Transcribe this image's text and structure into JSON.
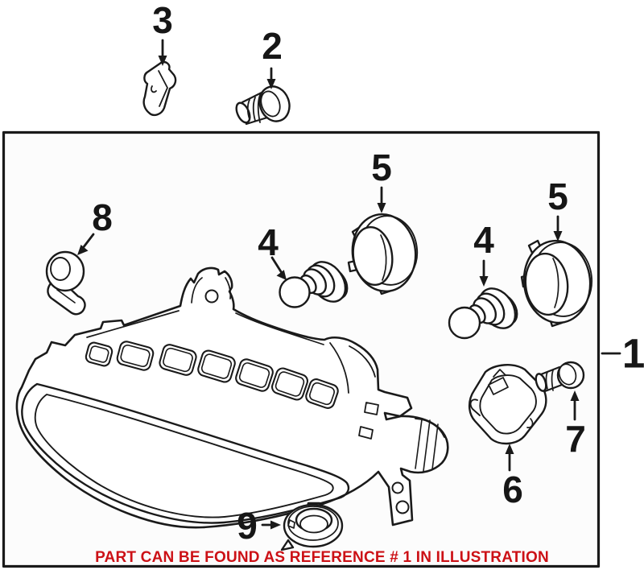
{
  "figure": {
    "type": "automotive-parts-diagram",
    "subject": "fog-light-assembly-exploded-view",
    "footer_note": "PART CAN BE FOUND AS REFERENCE # 1 IN ILLUSTRATION"
  },
  "callouts": {
    "ref1": "1",
    "ref2": "2",
    "ref3": "3",
    "ref4a": "4",
    "ref4b": "4",
    "ref5a": "5",
    "ref5b": "5",
    "ref6": "6",
    "ref7": "7",
    "ref8": "8",
    "ref9": "9"
  },
  "colors": {
    "line": "#1a1a1a",
    "note_red": "#cc1116",
    "background": "#ffffff",
    "box_fill": "#fcfcfc"
  }
}
